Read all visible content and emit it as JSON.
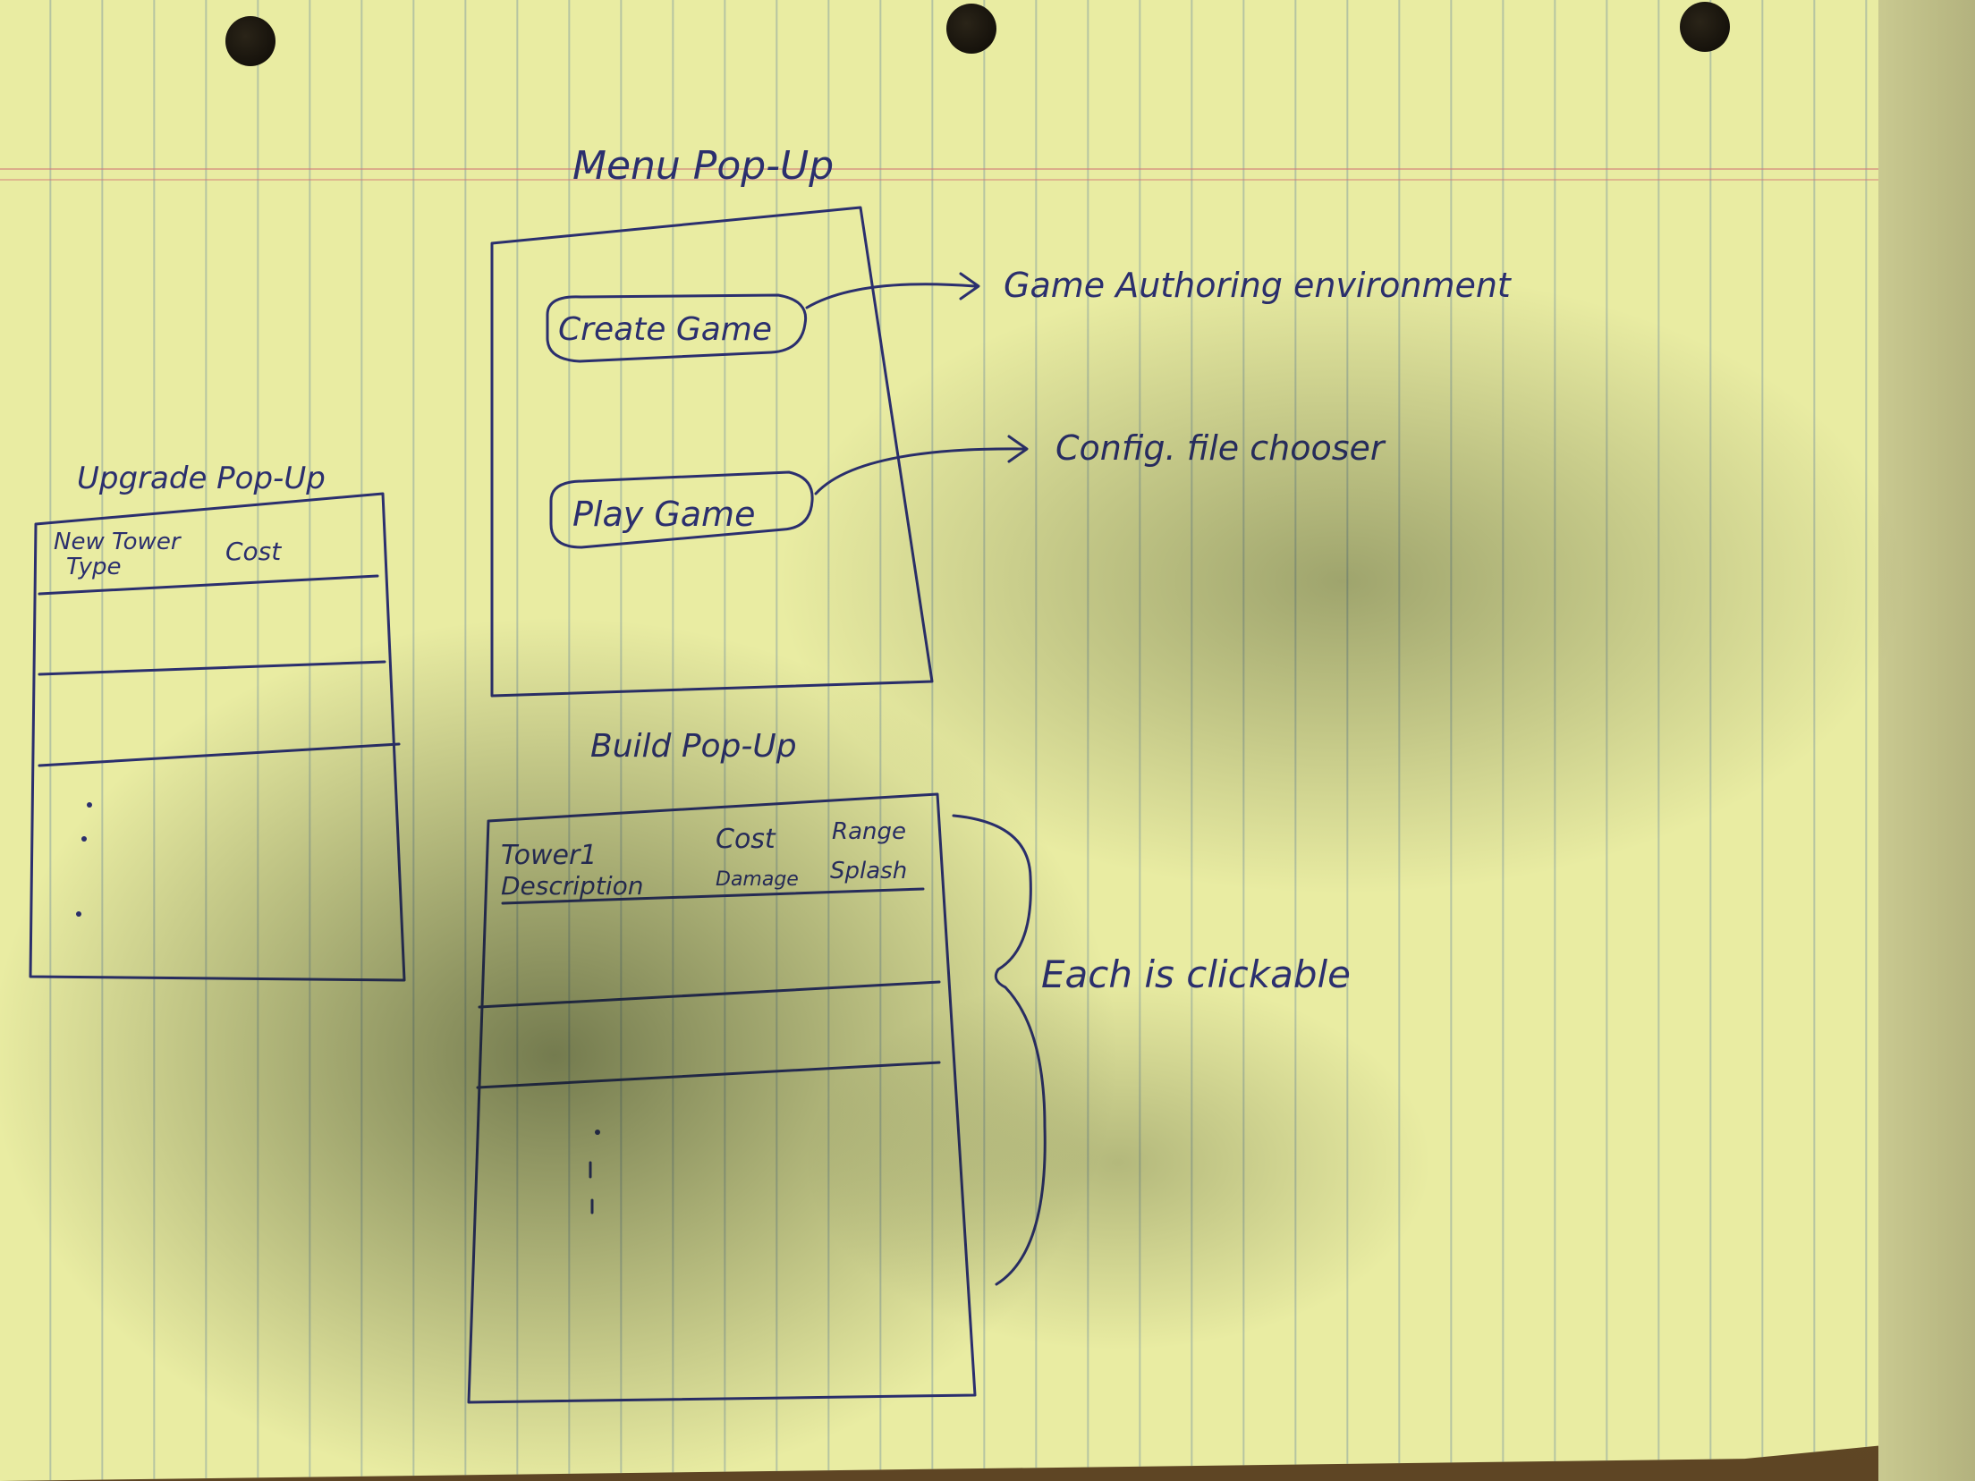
{
  "menu_popup": {
    "title": "Menu Pop-Up",
    "create_button": "Create Game",
    "play_button": "Play Game",
    "create_target": "Game Authoring environment",
    "play_target": "Config. file chooser"
  },
  "upgrade_popup": {
    "title": "Upgrade Pop-Up",
    "header_col1_line1": "New Tower",
    "header_col1_line2": "Type",
    "header_col2": "Cost"
  },
  "build_popup": {
    "title": "Build Pop-Up",
    "header_col1_line1": "Tower1",
    "header_col1_line2": "Description",
    "header_col2_line1": "Cost",
    "header_col2_line2": "Damage",
    "header_col3_line1": "Range",
    "header_col3_line2": "Splash",
    "annotation": "Each is clickable"
  },
  "colors": {
    "paper": "#e9eca2",
    "ink": "#2b2f6e"
  }
}
